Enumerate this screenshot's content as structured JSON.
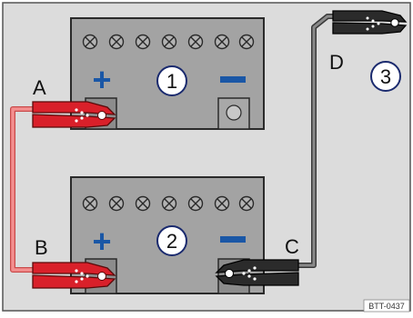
{
  "labels": {
    "clamp_a": "A",
    "clamp_b": "B",
    "clamp_c": "C",
    "clamp_d": "D",
    "battery_1": "1",
    "battery_2": "2",
    "item_3": "3",
    "plus": "+",
    "minus": "−"
  },
  "figure_code": "BTT-0437",
  "colors": {
    "panel": "#dcdcdc",
    "battery": "#9c9c9c",
    "battery_top": "#a6a6a6",
    "terminal_sign": "#1a57a6",
    "red_cable": "#f07c7c",
    "red_clamp": "#d9202a",
    "black_clamp": "#2b2b2b",
    "grey_cable": "#6e6e6e"
  }
}
